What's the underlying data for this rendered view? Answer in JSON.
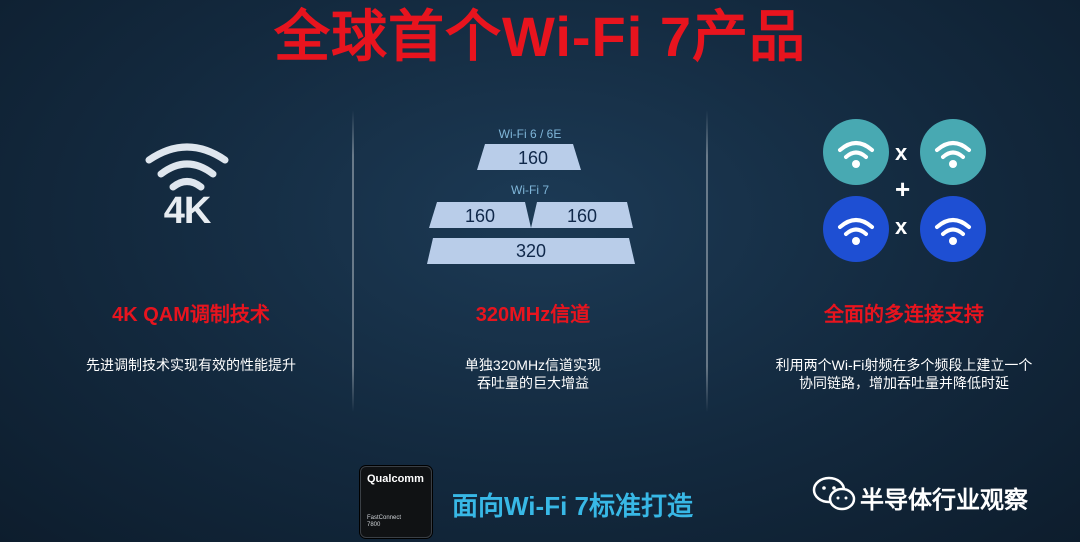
{
  "title": "全球首个Wi-Fi 7产品",
  "columns": [
    {
      "icon": "wifi-4k-icon",
      "icon_label": "4K",
      "heading": "4K QAM调制技术",
      "description_lines": [
        "先进调制技术实现有效的性能提升"
      ]
    },
    {
      "icon": "bandwidth-diagram",
      "wifi6_label": "Wi-Fi 6 / 6E",
      "wifi6_values": [
        "160"
      ],
      "wifi7_label": "Wi-Fi 7",
      "wifi7_values": [
        "160",
        "160",
        "320"
      ],
      "heading": "320MHz信道",
      "description_lines": [
        "单独320MHz信道实现",
        "吞吐量的巨大增益"
      ]
    },
    {
      "icon": "multi-link-icon",
      "operators": [
        "x",
        "+",
        "x"
      ],
      "heading": "全面的多连接支持",
      "description_lines": [
        "利用两个Wi-Fi射频在多个频段上建立一个",
        "协同链路，增加吞吐量并降低时延"
      ]
    }
  ],
  "footer": {
    "chip_brand": "Qualcomm",
    "chip_model_line1": "FastConnect",
    "chip_model_line2": "7800",
    "text": "面向Wi-Fi 7标准打造"
  },
  "watermark": {
    "icon": "wechat-icon",
    "text": "半导体行业观察"
  },
  "colors": {
    "accent_red": "#e8141e",
    "accent_cyan": "#38b8e6",
    "bar_fill": "#b9cde9",
    "teal_circle": "#48a9b2",
    "blue_circle": "#1e4fd3"
  }
}
